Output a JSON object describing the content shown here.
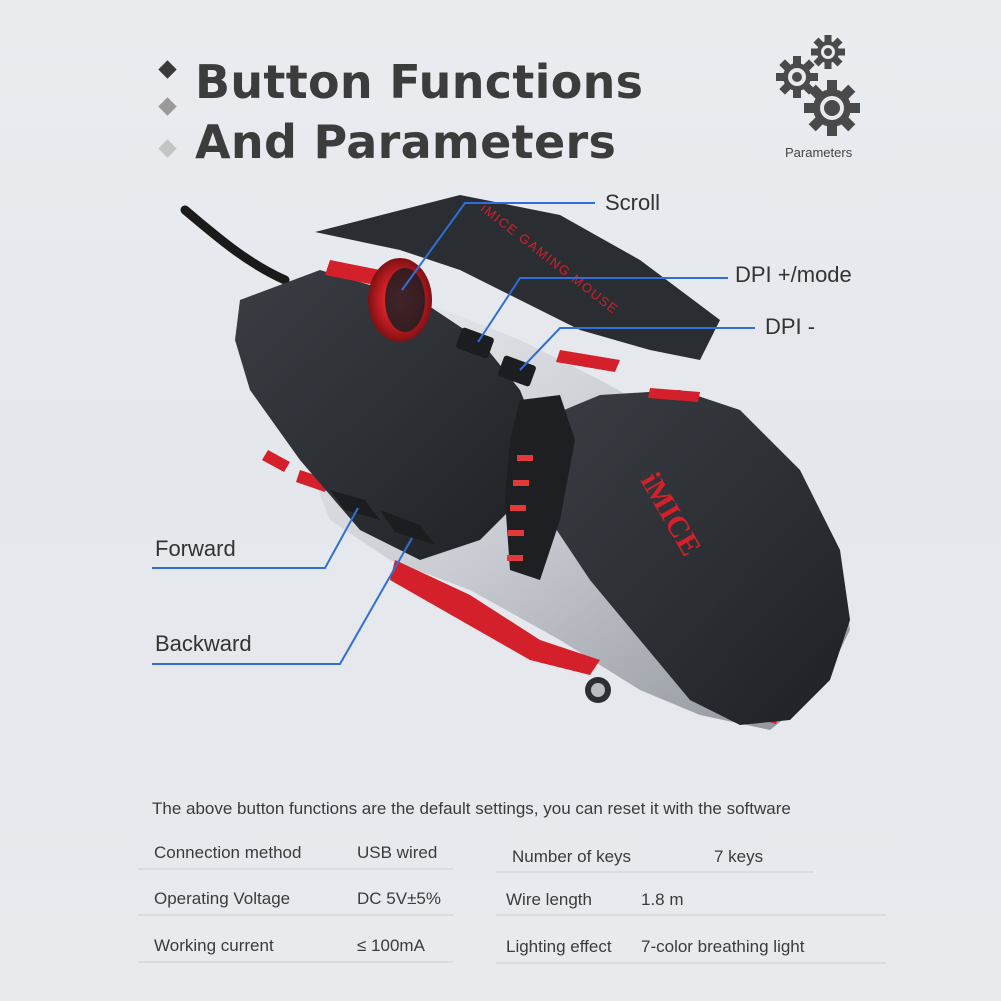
{
  "title": {
    "line1": "Button Functions",
    "line2": "And Parameters"
  },
  "parameters_badge": {
    "icon": "gears-icon",
    "caption": "Parameters"
  },
  "product": {
    "brand_top": "iMICE GAMING MOUSE",
    "brand_side": "iMICE",
    "accent_color": "#d3202a",
    "body_color": "#2b2e33"
  },
  "callouts": {
    "scroll": "Scroll",
    "dpi_plus": "DPI +/mode",
    "dpi_minus": "DPI -",
    "forward": "Forward",
    "backward": "Backward",
    "line_color": "#2f6fd6"
  },
  "note": "The above button functions are the default settings, you can reset it with the software",
  "specs_left": [
    {
      "label": "Connection method",
      "value": "USB wired"
    },
    {
      "label": "Operating Voltage",
      "value": "DC 5V±5%"
    },
    {
      "label": "Working current",
      "value": "≤ 100mA"
    }
  ],
  "specs_right": [
    {
      "label": "Number of keys",
      "value": "7 keys"
    },
    {
      "label": "Wire length",
      "value": "1.8 m"
    },
    {
      "label": "Lighting effect",
      "value": "7-color breathing light"
    }
  ]
}
